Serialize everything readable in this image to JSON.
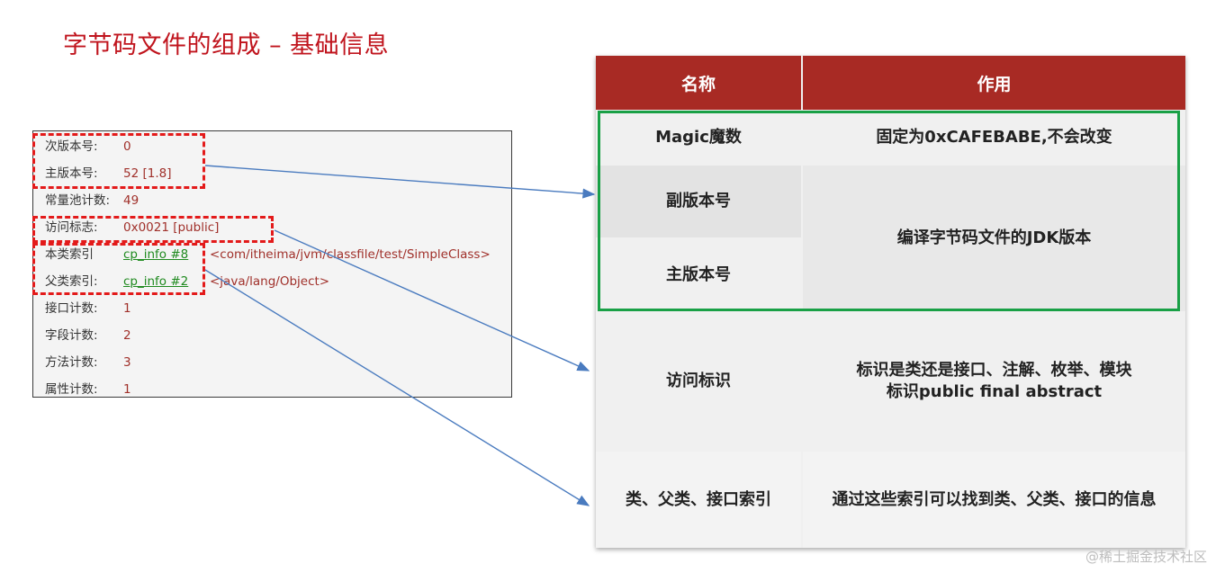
{
  "title": "字节码文件的组成 – 基础信息",
  "info_rows": [
    {
      "label": "次版本号:",
      "value": "0",
      "extra": ""
    },
    {
      "label": "主版本号:",
      "value": "52 [1.8]",
      "extra": ""
    },
    {
      "label": "常量池计数:",
      "value": "49",
      "extra": ""
    },
    {
      "label": "访问标志:",
      "value": "0x0021 [public]",
      "extra": ""
    },
    {
      "label": "本类索引",
      "value": "cp_info #8",
      "extra": "<com/itheima/jvm/classfile/test/SimpleClass>"
    },
    {
      "label": "父类索引:",
      "value": "cp_info #2",
      "extra": "<java/lang/Object>"
    },
    {
      "label": "接口计数:",
      "value": "1",
      "extra": ""
    },
    {
      "label": "字段计数:",
      "value": "2",
      "extra": ""
    },
    {
      "label": "方法计数:",
      "value": "3",
      "extra": ""
    },
    {
      "label": "属性计数:",
      "value": "1",
      "extra": ""
    }
  ],
  "table": {
    "headers": [
      "名称",
      "作用"
    ],
    "rows": [
      {
        "name": "Magic魔数",
        "desc": "固定为0xCAFEBABE,不会改变"
      },
      {
        "name": "副版本号",
        "desc": "编译字节码文件的JDK版本"
      },
      {
        "name": "主版本号",
        "desc": ""
      },
      {
        "name": "访问标识",
        "desc_lines": [
          "标识是类还是接口、注解、枚举、模块",
          "标识public final abstract"
        ]
      },
      {
        "name": "类、父类、接口索引",
        "desc": "通过这些索引可以找到类、父类、接口的信息"
      }
    ]
  },
  "watermark": "@稀土掘金技术社区",
  "colors": {
    "title": "#c0141d",
    "header_bg": "#a82a24",
    "highlight_dash": "#e31a1a",
    "highlight_green": "#19a046",
    "arrow": "#4a7bbf"
  }
}
